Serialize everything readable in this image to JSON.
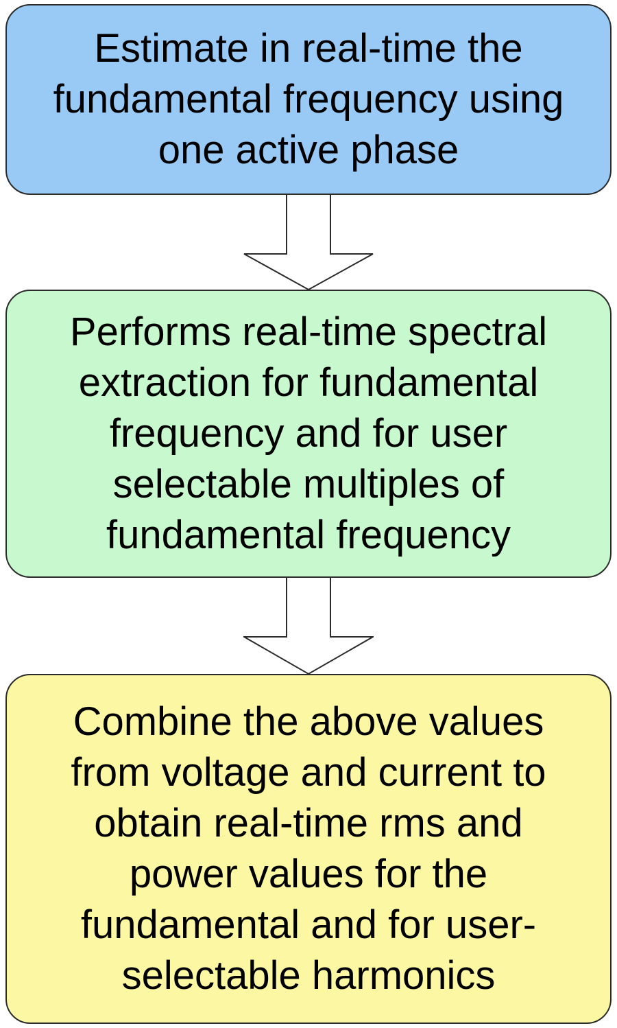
{
  "colors": {
    "box_1_fill": "#99c9f5",
    "box_2_fill": "#c8f8cd",
    "box_3_fill": "#fbf7a2",
    "stroke": "#2b2b2b",
    "arrow_fill": "#ffffff"
  },
  "steps": [
    {
      "lines": [
        "Estimate in real-time the",
        "fundamental frequency using",
        "one active phase"
      ]
    },
    {
      "lines": [
        "Performs real-time spectral",
        "extraction for fundamental",
        "frequency and for user",
        "selectable multiples of",
        "fundamental frequency"
      ]
    },
    {
      "lines": [
        "Combine the above values",
        "from voltage and current to",
        "obtain real-time rms and",
        "power values for the",
        "fundamental and for user-",
        "selectable harmonics"
      ]
    }
  ],
  "arrows": [
    {
      "icon": "down-arrow-icon"
    },
    {
      "icon": "down-arrow-icon"
    }
  ]
}
